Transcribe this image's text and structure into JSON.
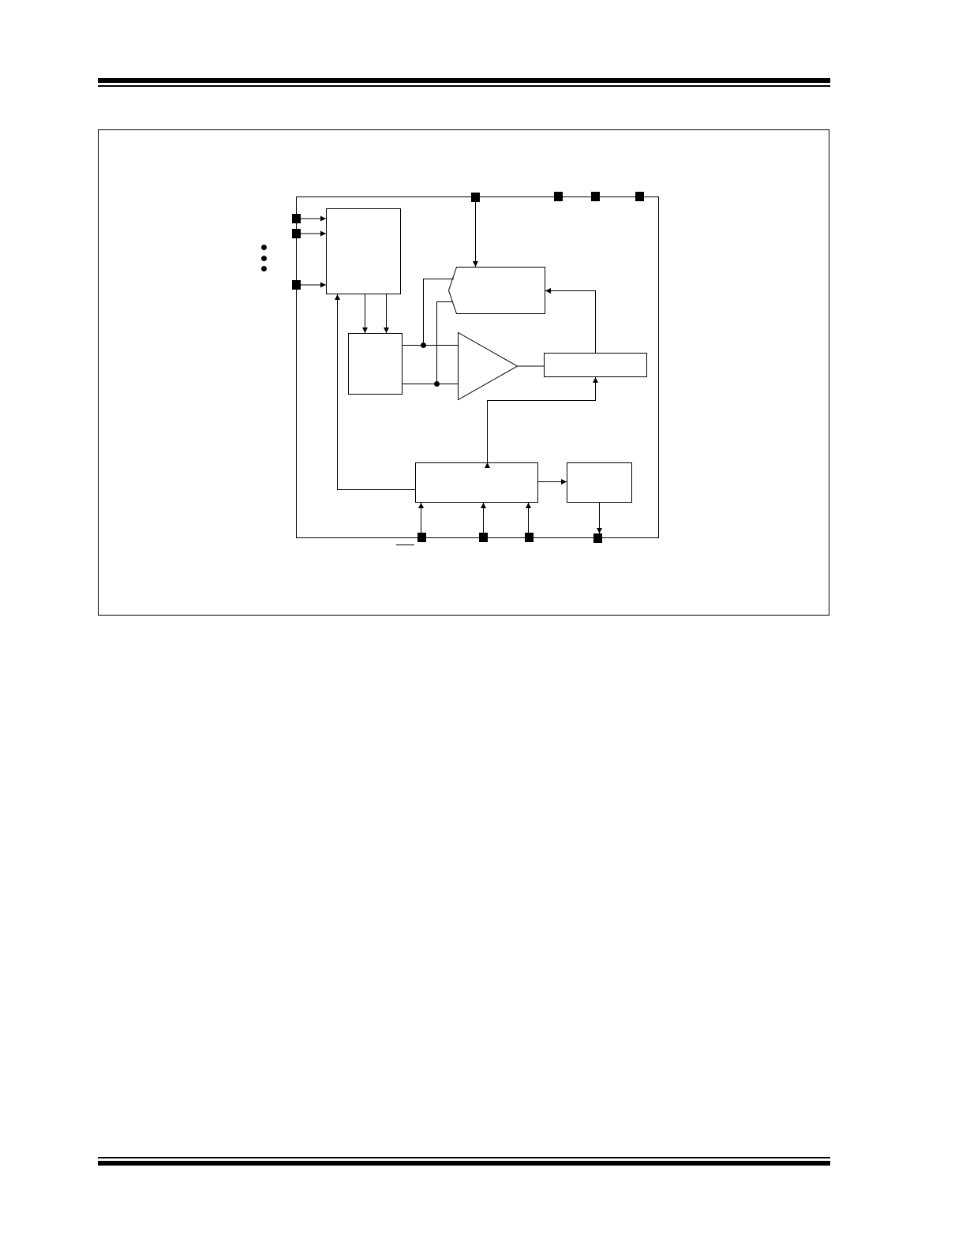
{
  "page": {
    "header_text": "",
    "footer_text": "",
    "figure_caption": ""
  },
  "diagram": {
    "title": "",
    "blocks": [
      {
        "id": "input-mux",
        "label": ""
      },
      {
        "id": "sample-hold",
        "label": ""
      },
      {
        "id": "dac",
        "label": ""
      },
      {
        "id": "comparator",
        "label": ""
      },
      {
        "id": "sar-register",
        "label": ""
      },
      {
        "id": "control-logic",
        "label": ""
      },
      {
        "id": "shift-register",
        "label": ""
      }
    ],
    "pins": [
      {
        "id": "ch0",
        "label": ""
      },
      {
        "id": "ch1",
        "label": ""
      },
      {
        "id": "chn",
        "label": ""
      },
      {
        "id": "vref",
        "label": ""
      },
      {
        "id": "vdd",
        "label": ""
      },
      {
        "id": "dgnd",
        "label": ""
      },
      {
        "id": "agnd",
        "label": ""
      },
      {
        "id": "cs-shdn",
        "label": ""
      },
      {
        "id": "din",
        "label": ""
      },
      {
        "id": "clk",
        "label": ""
      },
      {
        "id": "dout",
        "label": ""
      }
    ]
  }
}
